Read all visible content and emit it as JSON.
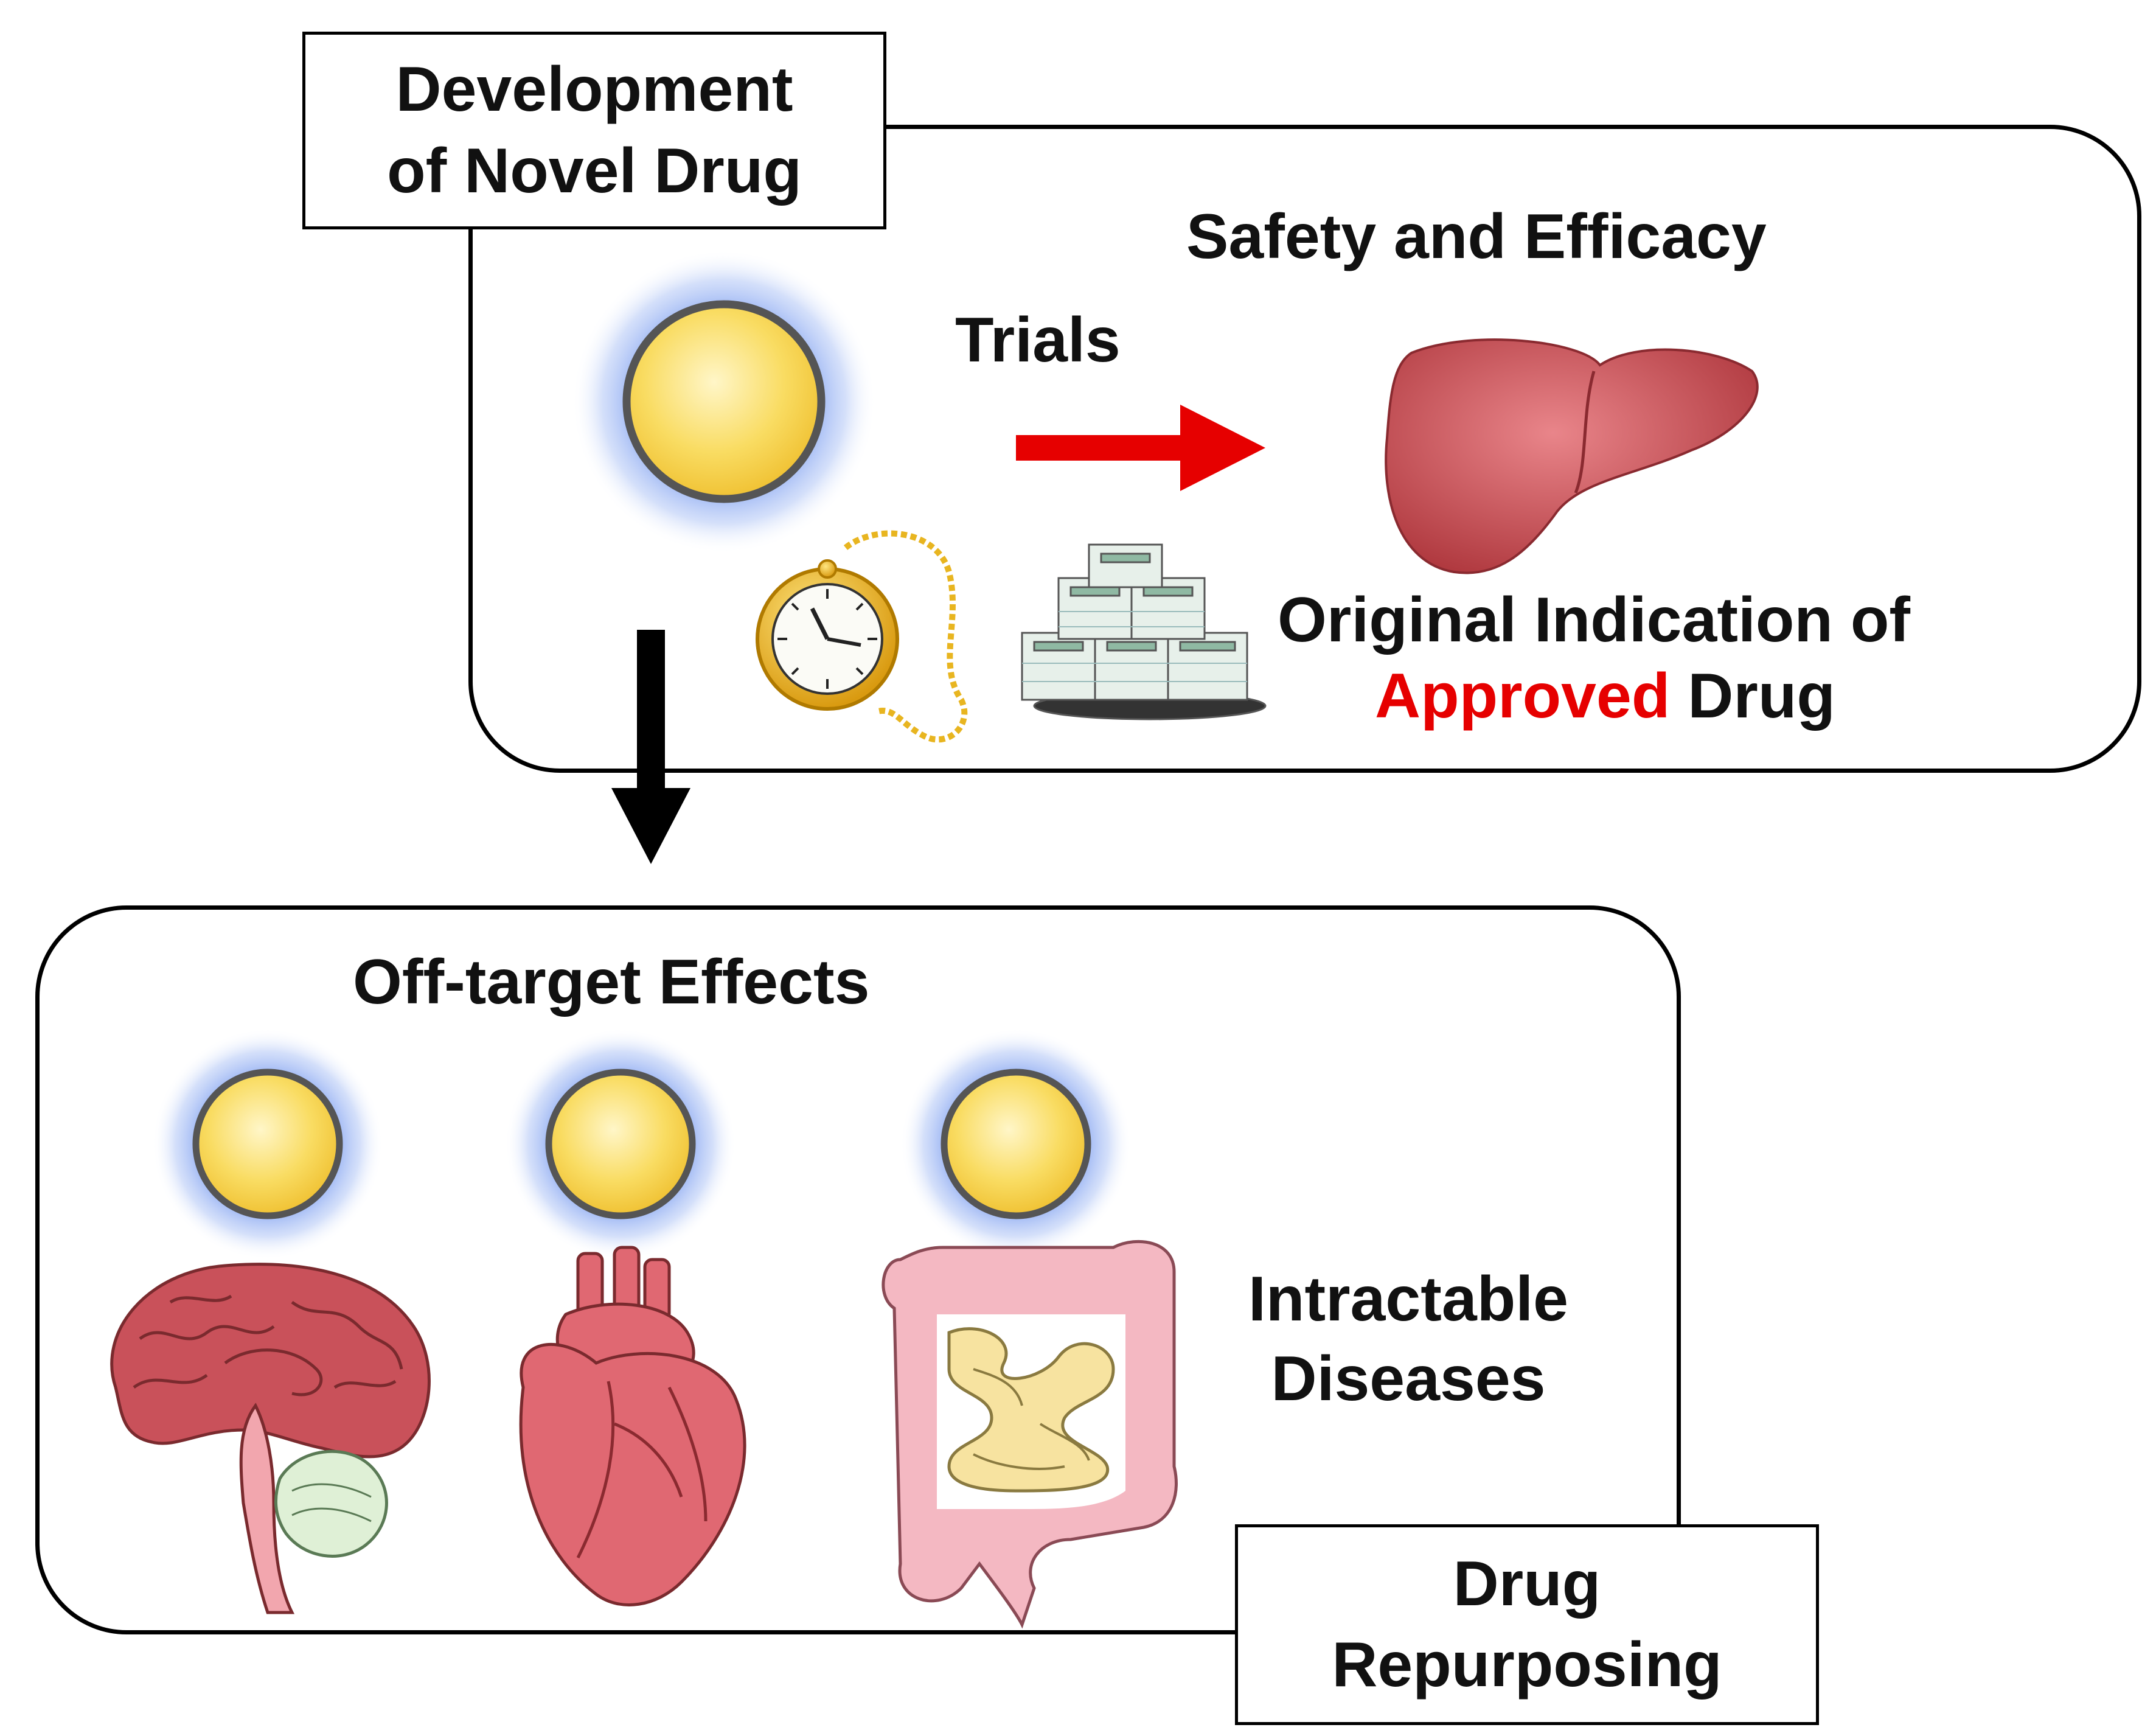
{
  "top_panel": {
    "tab_line1": "Development",
    "tab_line2": "of Novel Drug",
    "heading": "Safety and Efficacy",
    "arrow_label": "Trials",
    "result_line1": "Original Indication of",
    "result_line2_highlight": "Approved",
    "result_line2_rest": " Drug"
  },
  "bottom_panel": {
    "heading": "Off-target Effects",
    "disease_line1": "Intractable",
    "disease_line2": "Diseases",
    "tab_line1": "Drug",
    "tab_line2": "Repurposing"
  },
  "colors": {
    "arrow_red": "#e60000",
    "highlight_red": "#e60000",
    "drug_yellow": "#f7d24a",
    "glow_blue": "#7a9cf0",
    "organ_red": "#c9515a",
    "intestine_pink": "#f4b8c2",
    "intestine_yellow": "#f7e3a0"
  },
  "icons": [
    "drug-sphere-icon",
    "liver-icon",
    "pocket-watch-icon",
    "money-stack-icon",
    "brain-icon",
    "heart-icon",
    "intestine-icon"
  ]
}
